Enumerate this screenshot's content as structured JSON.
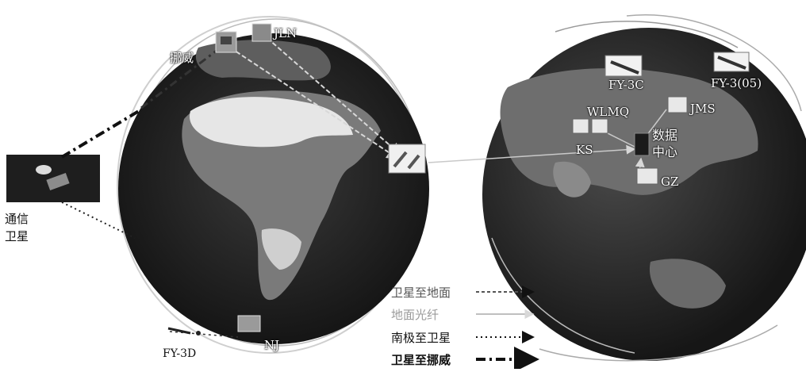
{
  "labels": {
    "comm_sat": [
      "通信",
      "卫星"
    ],
    "norway": "挪威",
    "jln": "JLN",
    "nj": "NJ",
    "fy3d": "FY-3D",
    "fy3c": "FY-3C",
    "fy305": "FY-3(05)",
    "wlmq": "WLMQ",
    "jms": "JMS",
    "ks": "KS",
    "data_center": [
      "数据",
      "中心"
    ],
    "gz": "GZ"
  },
  "legend": [
    {
      "label": "卫星至地面",
      "style": "sat-ground"
    },
    {
      "label": "地面光纤",
      "style": "fiber"
    },
    {
      "label": "南极至卫星",
      "style": "antarctic-sat"
    },
    {
      "label": "卫星至挪威",
      "style": "sat-norway"
    }
  ],
  "colors": {
    "ocean": "#2a2a2a",
    "land": "#7a7a7a",
    "desert": "#e6e6e6",
    "link_light": "#bcbcbc",
    "link_dark": "#111111"
  }
}
